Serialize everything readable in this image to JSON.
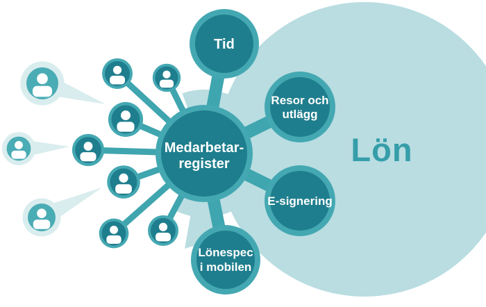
{
  "colors": {
    "dark": "#1f7e8d",
    "ring": "#44a8b2",
    "line": "#3fa5af",
    "pale": "#b9dde1",
    "fadedFill": "#4aacb4",
    "fadedRing": "#d9edee",
    "lonText": "#369ea9",
    "labelText": "#ffffff"
  },
  "background": {
    "label": "Lön"
  },
  "hub": {
    "line1": "Medarbetar-",
    "line2": "register"
  },
  "satellites": {
    "tid": {
      "label": "Tid"
    },
    "resor": {
      "line1": "Resor och",
      "line2": "utlägg"
    },
    "esignering": {
      "label": "E-signering"
    },
    "lonespec": {
      "line1": "Lönespec",
      "line2": "i mobilen"
    }
  },
  "icons": {
    "employee": "person-silhouette-icon",
    "external": "person-silhouette-faded-icon"
  }
}
